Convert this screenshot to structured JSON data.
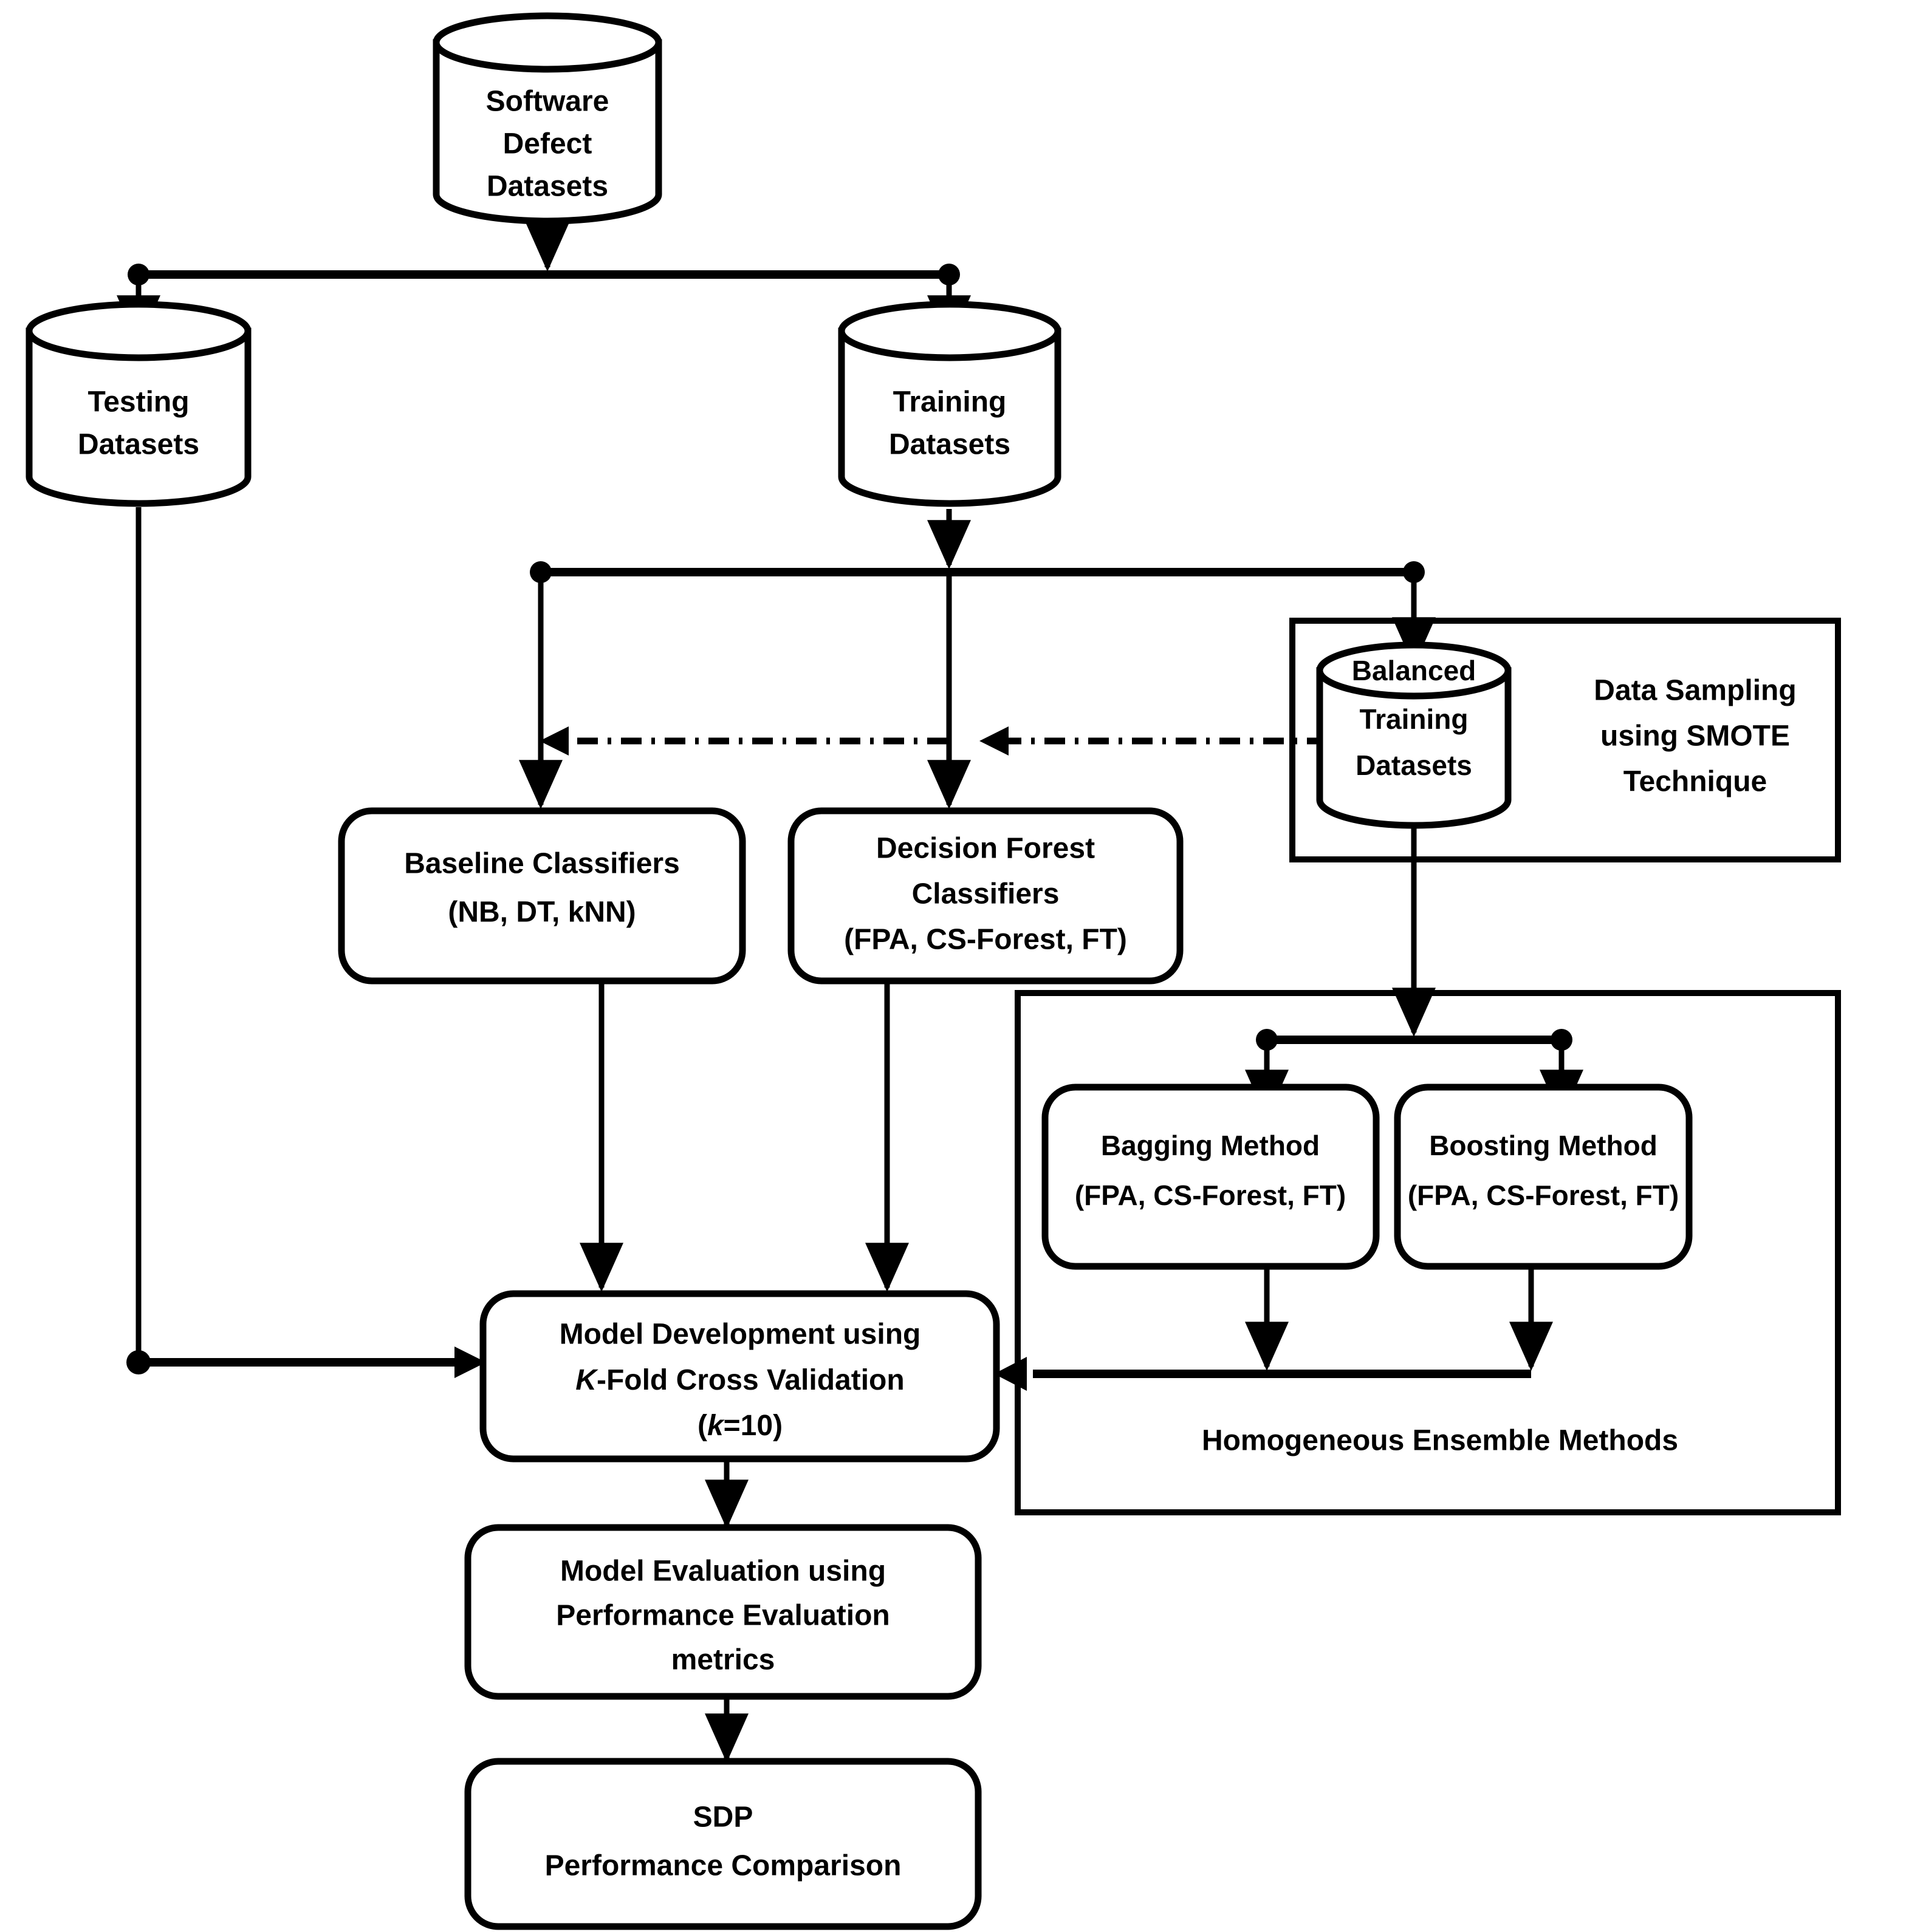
{
  "diagram": {
    "title": "Software Defect Prediction Methodology Flowchart",
    "nodes": {
      "software_defect_datasets": {
        "lines": [
          "Software",
          "Defect",
          "Datasets"
        ],
        "shape": "cylinder"
      },
      "testing_datasets": {
        "lines": [
          "Testing",
          "Datasets"
        ],
        "shape": "cylinder"
      },
      "training_datasets": {
        "lines": [
          "Training",
          "Datasets"
        ],
        "shape": "cylinder"
      },
      "balanced_training_datasets": {
        "lines": [
          "Balanced",
          "Training",
          "Datasets"
        ],
        "shape": "cylinder"
      },
      "data_sampling_smote": {
        "lines": [
          "Data Sampling",
          "using SMOTE",
          "Technique"
        ],
        "shape": "label"
      },
      "baseline_classifiers": {
        "lines": [
          "Baseline Classifiers",
          "(NB, DT, kNN)"
        ],
        "shape": "rounded-rect"
      },
      "decision_forest_classifiers": {
        "lines": [
          "Decision Forest",
          "Classifiers",
          "(FPA, CS-Forest, FT)"
        ],
        "shape": "rounded-rect"
      },
      "bagging_method": {
        "lines": [
          "Bagging Method",
          "(FPA, CS-Forest, FT)"
        ],
        "shape": "rounded-rect"
      },
      "boosting_method": {
        "lines": [
          "Boosting Method",
          "(FPA, CS-Forest, FT)"
        ],
        "shape": "rounded-rect"
      },
      "homogeneous_ensemble_methods": {
        "lines": [
          "Homogeneous Ensemble Methods"
        ],
        "shape": "label"
      },
      "model_development": {
        "lines": [
          "Model Development using",
          "K-Fold Cross Validation",
          "(k=10)"
        ],
        "shape": "rounded-rect",
        "line2_italic_prefix": "K",
        "line2_rest": "-Fold Cross Validation",
        "line3_open": "(",
        "line3_italic": "k",
        "line3_rest": "=10)"
      },
      "model_evaluation": {
        "lines": [
          "Model Evaluation using",
          "Performance Evaluation",
          "metrics"
        ],
        "shape": "rounded-rect"
      },
      "sdp_performance_comparison": {
        "lines": [
          "SDP",
          "Performance Comparison"
        ],
        "shape": "rounded-rect"
      }
    },
    "containers": {
      "smote_box": {
        "label": "Data Sampling using SMOTE Technique"
      },
      "ensemble_box": {
        "label": "Homogeneous Ensemble Methods"
      }
    },
    "edges": [
      {
        "from": "software_defect_datasets",
        "to": "split-1",
        "style": "solid"
      },
      {
        "from": "split-1",
        "to": "testing_datasets",
        "style": "solid"
      },
      {
        "from": "split-1",
        "to": "training_datasets",
        "style": "solid"
      },
      {
        "from": "training_datasets",
        "to": "split-2",
        "style": "solid"
      },
      {
        "from": "split-2",
        "to": "baseline_classifiers",
        "style": "solid"
      },
      {
        "from": "split-2",
        "to": "decision_forest_classifiers",
        "style": "solid"
      },
      {
        "from": "split-2",
        "to": "balanced_training_datasets",
        "style": "solid"
      },
      {
        "from": "balanced_training_datasets",
        "to": "baseline_classifiers",
        "style": "dash-dot"
      },
      {
        "from": "balanced_training_datasets",
        "to": "decision_forest_classifiers",
        "style": "dash-dot"
      },
      {
        "from": "balanced_training_datasets",
        "to": "split-3",
        "style": "solid"
      },
      {
        "from": "split-3",
        "to": "bagging_method",
        "style": "solid"
      },
      {
        "from": "split-3",
        "to": "boosting_method",
        "style": "solid"
      },
      {
        "from": "baseline_classifiers",
        "to": "model_development",
        "style": "solid"
      },
      {
        "from": "decision_forest_classifiers",
        "to": "model_development",
        "style": "solid"
      },
      {
        "from": "bagging_method",
        "to": "model_development",
        "style": "solid"
      },
      {
        "from": "boosting_method",
        "to": "model_development",
        "style": "solid"
      },
      {
        "from": "testing_datasets",
        "to": "model_development",
        "style": "solid"
      },
      {
        "from": "model_development",
        "to": "model_evaluation",
        "style": "solid"
      },
      {
        "from": "model_evaluation",
        "to": "sdp_performance_comparison",
        "style": "solid"
      }
    ],
    "colors": {
      "stroke": "#000000",
      "fill": "#ffffff",
      "text": "#000000"
    }
  }
}
